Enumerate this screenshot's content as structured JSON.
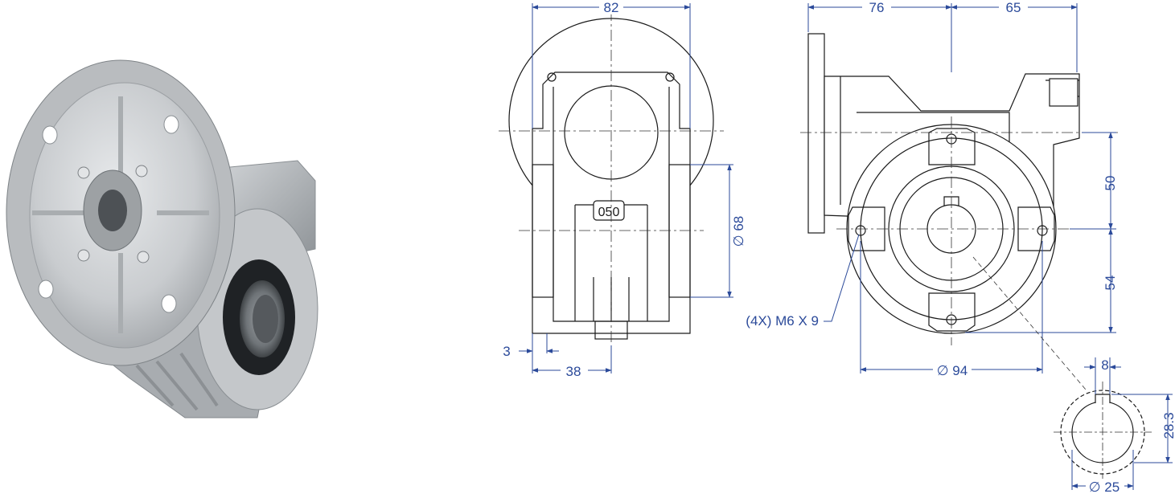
{
  "colors": {
    "dimension": "#2b4a9a",
    "outline": "#1a1a1a",
    "centerline": "#333333",
    "metal_light": "#d6d8da",
    "metal_mid": "#b3b6b9",
    "metal_dark": "#7e8387"
  },
  "product_photo": {
    "label": "gearbox-photo"
  },
  "front_view": {
    "model_label": "050",
    "dim_width": "82",
    "dim_diameter": "∅ 68",
    "dim_flange": "3",
    "dim_offset": "38"
  },
  "side_view": {
    "dim_left": "76",
    "dim_right": "65",
    "dim_upper": "50",
    "dim_lower": "54",
    "dim_bolt_circle": "∅ 94",
    "thread_callout": "(4X) M6 X 9"
  },
  "shaft_detail": {
    "dim_key_width": "8",
    "dim_key_height": "28.3",
    "dim_bore": "∅ 25"
  }
}
